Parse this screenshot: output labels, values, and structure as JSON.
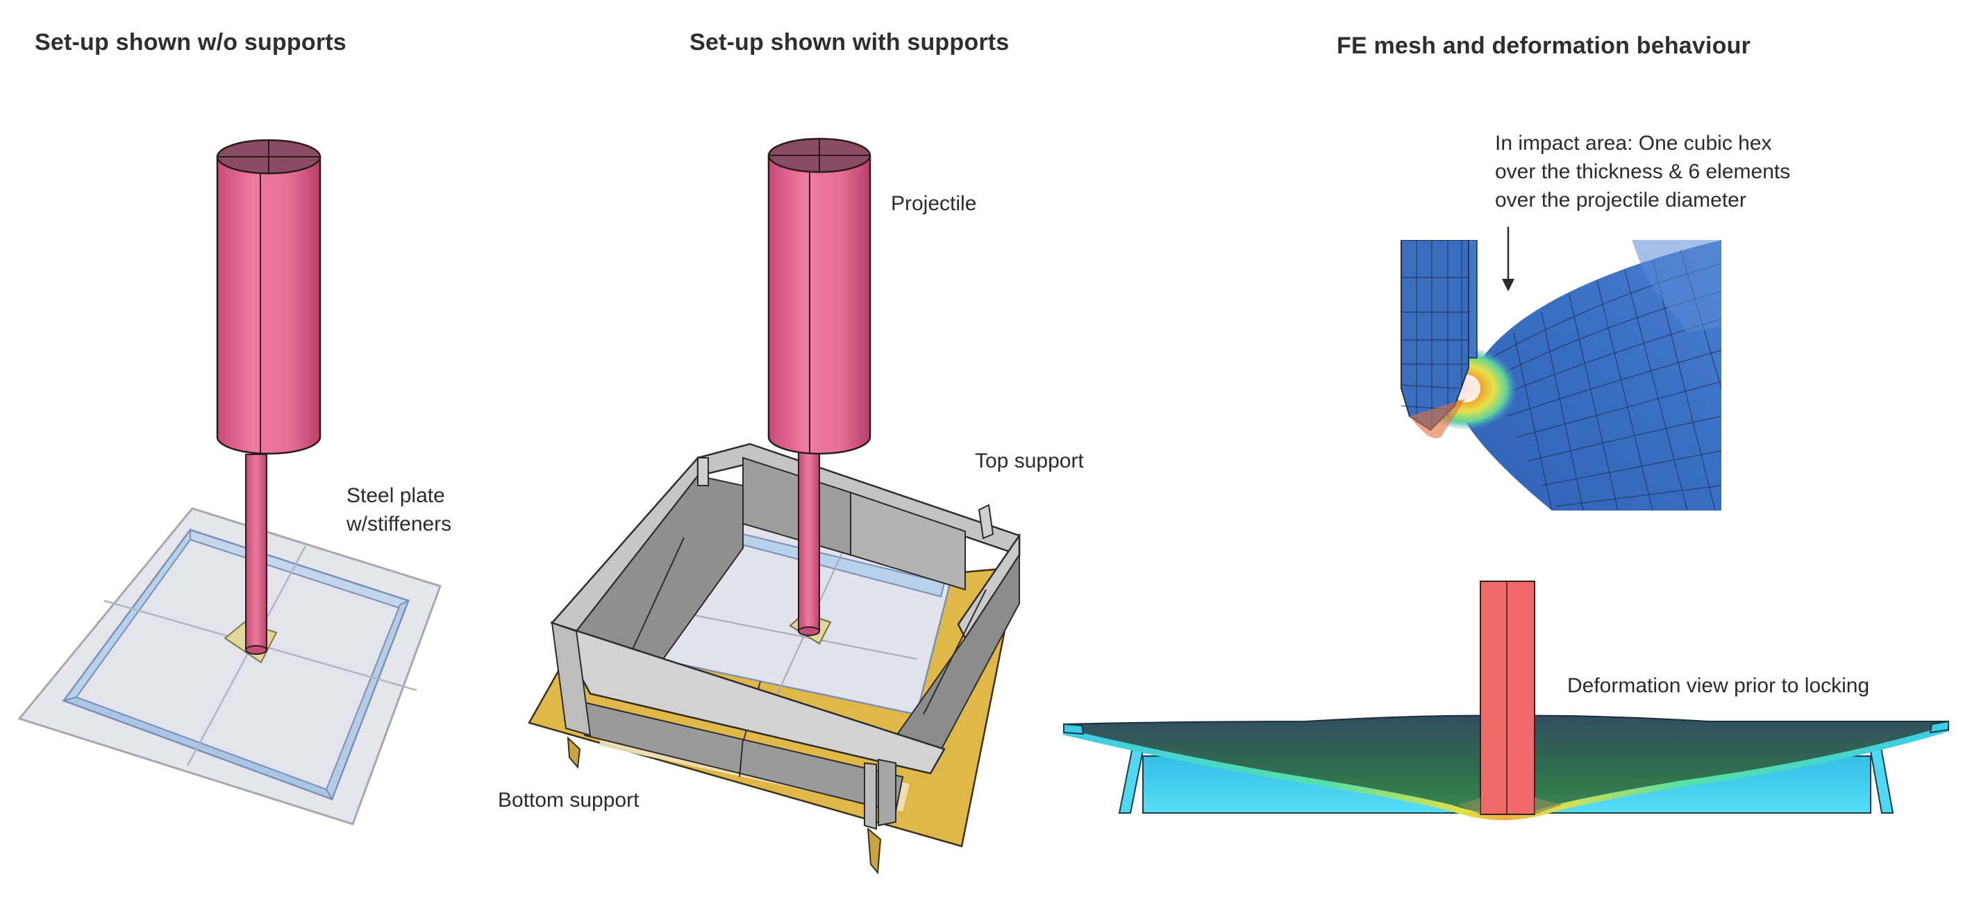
{
  "panels": [
    {
      "title": "Set-up shown w/o supports"
    },
    {
      "title": "Set-up shown with supports"
    },
    {
      "title": "FE mesh and deformation behaviour"
    }
  ],
  "labels": {
    "steel_plate": [
      "Steel plate",
      "w/stiffeners"
    ],
    "projectile": "Projectile",
    "top_support": "Top support",
    "bottom_support": "Bottom support",
    "impact_area": [
      "In impact area: One cubic hex",
      "over the thickness & 6 elements",
      "over the projectile diameter"
    ],
    "deformation_view": "Deformation view prior to locking"
  },
  "colors": {
    "projectile": "#e76f98",
    "projectile_top": "#8a4c63",
    "plate": "#d8d8e2",
    "stiffener": "#b5cde6",
    "support_gray": "#a8a8a8",
    "bottom_support": "#e0b848",
    "mesh_blue": "#3a6fbf",
    "deformation_cyan": "#4fd8f5",
    "projectile_fe": "#f06a6a"
  }
}
